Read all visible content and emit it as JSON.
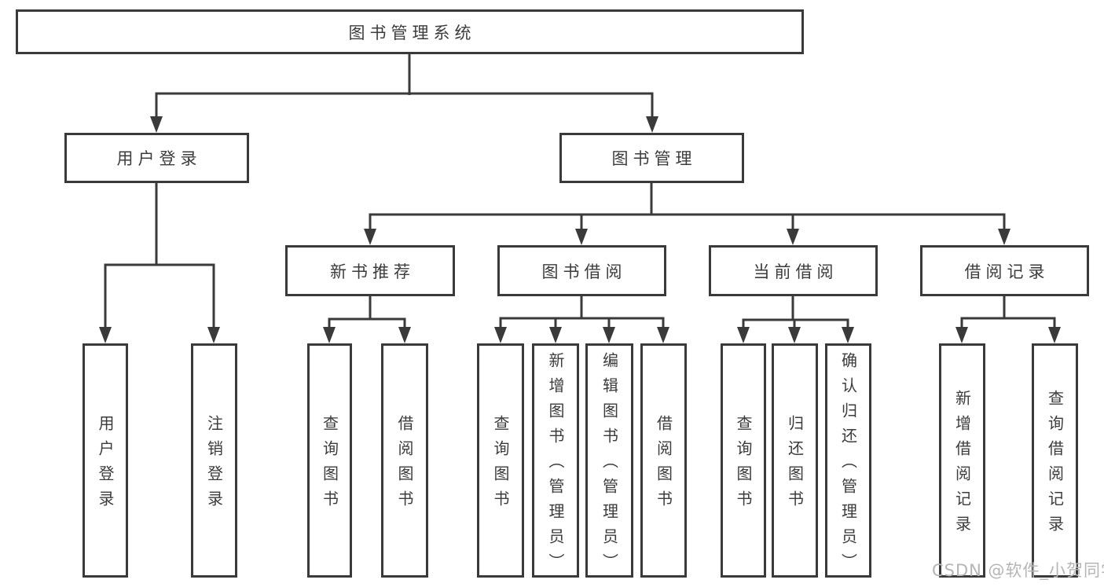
{
  "diagram_title": "图书管理系统",
  "tree": {
    "root": {
      "label": "图书管理系统"
    },
    "branches": [
      {
        "label": "用户登录",
        "children": [
          {
            "label": "用户登录"
          },
          {
            "label": "注销登录"
          }
        ]
      },
      {
        "label": "图书管理",
        "children": [
          {
            "label": "新书推荐",
            "children": [
              {
                "label": "查询图书"
              },
              {
                "label": "借阅图书"
              }
            ]
          },
          {
            "label": "图书借阅",
            "children": [
              {
                "label": "查询图书"
              },
              {
                "label": "新增图书（管理员）"
              },
              {
                "label": "编辑图书（管理员）"
              },
              {
                "label": "借阅图书"
              }
            ]
          },
          {
            "label": "当前借阅",
            "children": [
              {
                "label": "查询图书"
              },
              {
                "label": "归还图书"
              },
              {
                "label": "确认归还（管理员）"
              }
            ]
          },
          {
            "label": "借阅记录",
            "children": [
              {
                "label": "新增借阅记录"
              },
              {
                "label": "查询借阅记录"
              }
            ]
          }
        ]
      }
    ]
  },
  "watermark": "CSDN @软件_小贺同学",
  "colors": {
    "line": "#3a3a3a",
    "box_border": "#3a3a3a",
    "box_fill": "#ffffff",
    "text": "#3c3c3c",
    "watermark": "#b5b5b5"
  }
}
